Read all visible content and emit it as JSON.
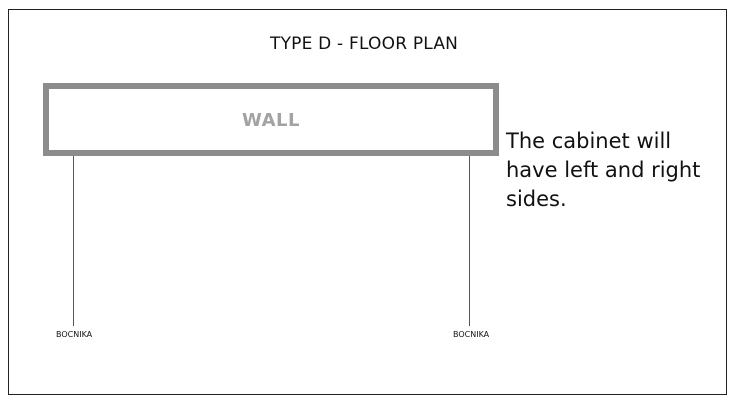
{
  "diagram": {
    "title": "TYPE D - FLOOR PLAN",
    "wall_label": "WALL",
    "left_side_label": "BOCNIKA",
    "right_side_label": "BOCNIKA",
    "note": "The cabinet will have left and right sides.",
    "colors": {
      "wall_border": "#8c8c8c",
      "wall_text": "#a3a3a3",
      "lines": "#555555",
      "text": "#111111"
    }
  }
}
